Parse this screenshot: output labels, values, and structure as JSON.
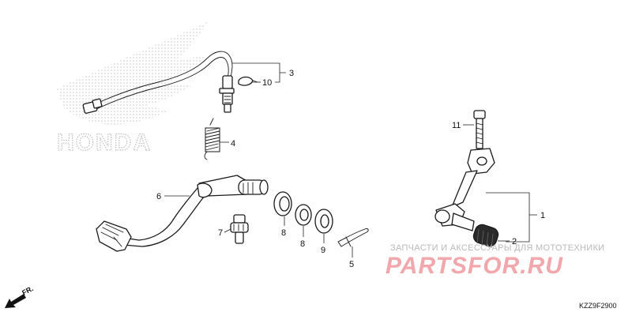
{
  "brand_logo": {
    "text": "HONDA",
    "color": "#c8c8c8"
  },
  "callouts": [
    {
      "number": "1"
    },
    {
      "number": "2"
    },
    {
      "number": "3"
    },
    {
      "number": "4"
    },
    {
      "number": "5"
    },
    {
      "number": "6"
    },
    {
      "number": "7"
    },
    {
      "number": "8"
    },
    {
      "number": "8"
    },
    {
      "number": "9"
    },
    {
      "number": "10"
    },
    {
      "number": "11"
    }
  ],
  "watermark": {
    "caption": "ЗАПЧАСТИ И АКСЕССУАРЫ ДЛЯ МОТОТЕХНИКИ",
    "site": "PARTSFOR.RU",
    "color": "#f2a7ad"
  },
  "direction_arrow": {
    "label": "FR."
  },
  "diagram_code": "KZZ9F2900"
}
